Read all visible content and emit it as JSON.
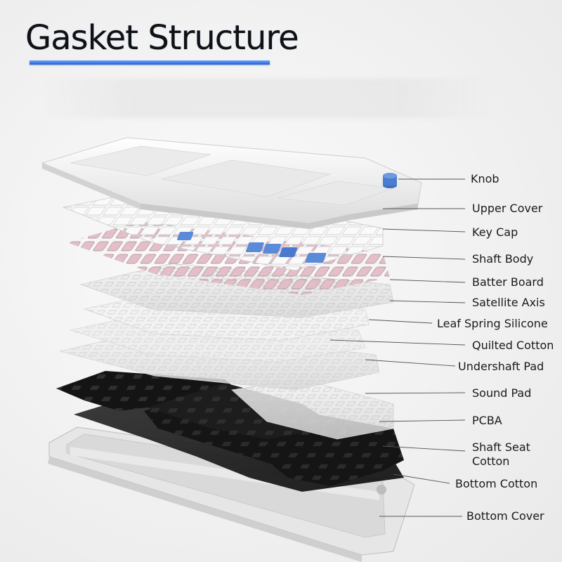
{
  "title": "Gasket Structure",
  "labels": {
    "knob": "Knob",
    "upper_cover": "Upper Cover",
    "key_cap": "Key Cap",
    "shaft_body": "Shaft Body",
    "batter_board": "Batter Board",
    "satellite_axis": "Satellite Axis",
    "leaf_spring_silicone": "Leaf Spring Silicone",
    "quilted_cotton": "Quilted Cotton",
    "undershaft_pad": "Undershaft Pad",
    "sound_pad": "Sound Pad",
    "pcba": "PCBA",
    "shaft_seat_cotton_line1": "Shaft Seat",
    "shaft_seat_cotton_line2": "Cotton",
    "bottom_cotton": "Bottom Cotton",
    "bottom_cover": "Bottom Cover"
  },
  "colors": {
    "title_underline": "#1e5fd8",
    "knob": "#4a7fd0",
    "accent_keycaps": "#5b8ad8",
    "switch_pink": "#d9b0bb",
    "sound_pad": "#1b1b1b"
  }
}
